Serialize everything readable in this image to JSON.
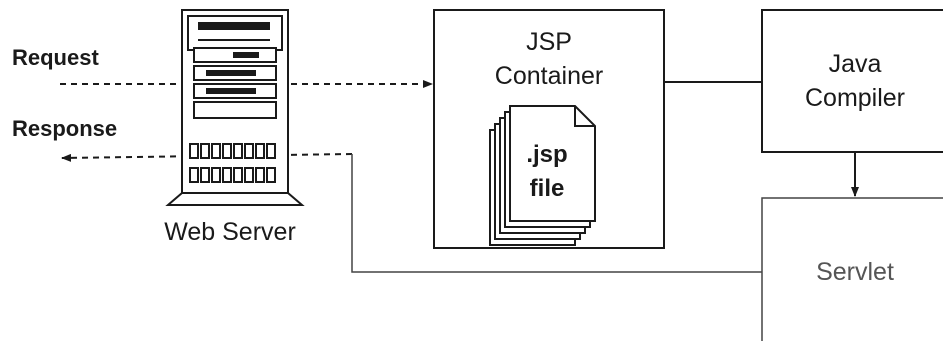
{
  "labels": {
    "request": "Request",
    "response": "Response",
    "web_server": "Web Server",
    "jsp_container_line1": "JSP",
    "jsp_container_line2": "Container",
    "jsp_file_line1": ".jsp",
    "jsp_file_line2": "file",
    "java_compiler_line1": "Java",
    "java_compiler_line2": "Compiler",
    "servlet": "Servlet"
  },
  "colors": {
    "stroke": "#1a1a1a",
    "faint_stroke": "#444444",
    "background": "#ffffff"
  },
  "icons": {
    "web_server": "server-tower-icon",
    "jsp_file": "document-stack-icon"
  }
}
